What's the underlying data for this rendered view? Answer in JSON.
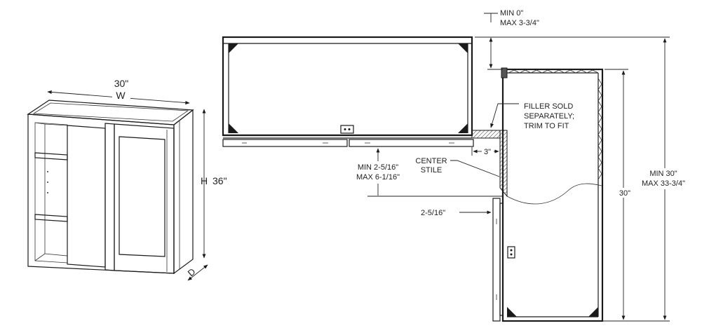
{
  "cabinet_view": {
    "width_value": "30\"",
    "width_letter": "W",
    "height_letter": "H",
    "height_value": "36\"",
    "depth_letter": "D"
  },
  "plan_view": {
    "top_offset_min": "MIN 0\"",
    "top_offset_max": "MAX 3-3/4\"",
    "filler_line1": "FILLER SOLD",
    "filler_line2": "SEPARATELY;",
    "filler_line3": "TRIM TO FIT",
    "gap_value": "3\"",
    "pull_min": "MIN 2-5/16\"",
    "pull_max": "MAX 6-1/16\"",
    "center_line1": "CENTER",
    "center_line2": "STILE",
    "stile_value": "2-5/16\"",
    "cabinet_depth": "30\"",
    "wall_min": "MIN 30\"",
    "wall_max": "MAX 33-3/4\""
  }
}
